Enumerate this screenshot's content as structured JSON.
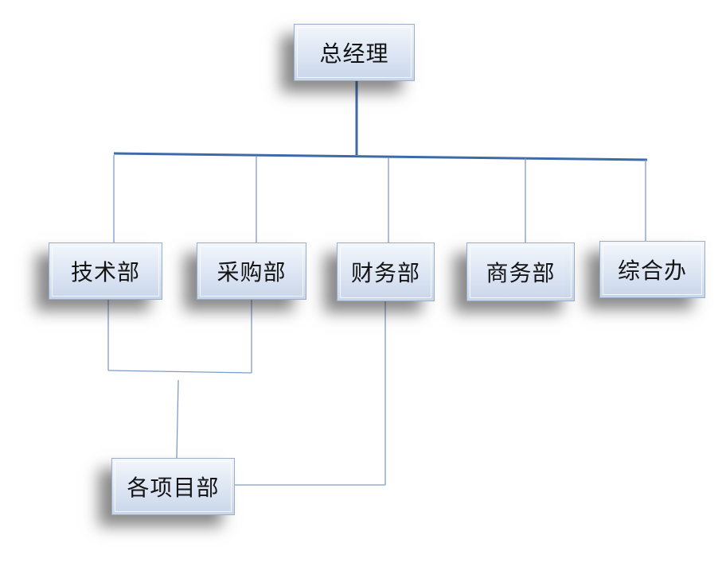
{
  "diagram": {
    "nodes": {
      "gm": "总经理",
      "tech": "技术部",
      "purchasing": "采购部",
      "finance": "财务部",
      "commerce": "商务部",
      "admin": "综合办",
      "projects": "各项目部"
    }
  },
  "colors": {
    "connector_thick": "#3f6aa8",
    "connector_thin": "#7f9cc6",
    "box_border": "#9aaec8"
  }
}
